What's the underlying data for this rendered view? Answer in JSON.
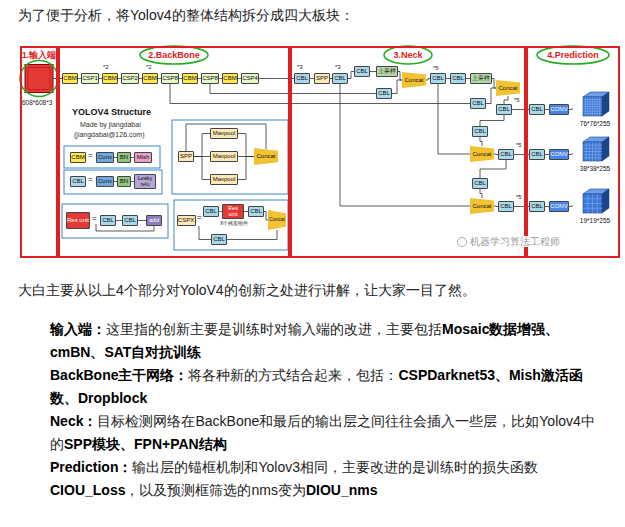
{
  "diagram": {
    "title": "为了便于分析，将Yolov4的整体结构拆分成四大板块：",
    "nodes": [
      {
        "text": [
          "1.输入端"
        ]
      },
      {
        "text": [
          "2.BackBone"
        ]
      },
      {
        "text": [
          "3.Neck"
        ]
      },
      {
        "text": [
          "4.Prediction"
        ]
      },
      {
        "text": [
          "CBM"
        ],
        "in": 1
      },
      {
        "text": [
          "CSP1"
        ],
        "in": 1
      },
      {
        "text": [
          "CBM"
        ],
        "in": 1
      },
      {
        "text": [
          "CSP2"
        ],
        "in": 1
      },
      {
        "text": [
          "CBM"
        ],
        "in": 1
      },
      {
        "text": [
          "CSP8"
        ],
        "in": 1
      },
      {
        "text": [
          "CBM"
        ],
        "in": 1
      },
      {
        "text": [
          "CSP8"
        ],
        "in": 1
      },
      {
        "text": [
          "CBM"
        ],
        "in": 1
      },
      {
        "text": [
          "CSP4"
        ],
        "in": 1
      },
      {
        "text": [
          "CBL"
        ],
        "in": 2
      },
      {
        "text": [
          "SPP"
        ],
        "in": 2
      },
      {
        "text": [
          "CBL"
        ],
        "in": 2
      },
      {
        "text": [
          "CBL"
        ],
        "in": 2
      },
      {
        "text": [
          "上采样"
        ],
        "in": 2
      },
      {
        "text": [
          "CBL"
        ],
        "in": 2
      },
      {
        "text": [
          "Concat"
        ],
        "in": 2
      },
      {
        "text": [
          "CBL"
        ],
        "in": 2
      },
      {
        "text": [
          "CBL"
        ],
        "in": 2
      },
      {
        "text": [
          "上采样"
        ],
        "in": 2
      },
      {
        "text": [
          "CBL"
        ],
        "in": 2
      },
      {
        "text": [
          "Concat"
        ],
        "in": 2
      },
      {
        "text": [
          "CBL"
        ],
        "in": 2
      },
      {
        "text": [
          "CBL"
        ],
        "in": 3
      },
      {
        "text": [
          "CONV"
        ],
        "in": 3
      },
      {
        "text": [
          "76*76*255"
        ],
        "in": 3
      },
      {
        "text": [
          "CBL"
        ],
        "in": 2
      },
      {
        "text": [
          "Concat"
        ],
        "in": 2
      },
      {
        "text": [
          "CBL"
        ],
        "in": 2
      },
      {
        "text": [
          "CBL"
        ],
        "in": 3
      },
      {
        "text": [
          "CONV"
        ],
        "in": 3
      },
      {
        "text": [
          "38*38*255"
        ],
        "in": 3
      },
      {
        "text": [
          "CBL"
        ],
        "in": 2
      },
      {
        "text": [
          "Concat"
        ],
        "in": 2
      },
      {
        "text": [
          "CBL"
        ],
        "in": 2
      },
      {
        "text": [
          "CBL"
        ],
        "in": 3
      },
      {
        "text": [
          "CONV"
        ],
        "in": 3
      },
      {
        "text": [
          "19*19*255"
        ],
        "in": 3
      },
      {
        "text": [
          "CBM"
        ],
        "in": 1
      },
      {
        "text": [
          "Conv"
        ],
        "in": 1
      },
      {
        "text": [
          "BN"
        ],
        "in": 1
      },
      {
        "text": [
          "Mish"
        ],
        "in": 1
      },
      {
        "text": [
          "CBL"
        ],
        "in": 1
      },
      {
        "text": [
          "Conv"
        ],
        "in": 1
      },
      {
        "text": [
          "BN"
        ],
        "in": 1
      },
      {
        "text": [
          "Leaky relu"
        ],
        "in": 1
      },
      {
        "text": [
          "SPP"
        ],
        "in": 1
      },
      {
        "text": [
          "Maxpool"
        ],
        "in": 1
      },
      {
        "text": [
          "Maxpool"
        ],
        "in": 1
      },
      {
        "text": [
          "Maxpool"
        ],
        "in": 1
      },
      {
        "text": [
          "Concat"
        ],
        "in": 1
      },
      {
        "text": [
          "Res unit"
        ],
        "in": 1
      },
      {
        "text": [
          "CBL"
        ],
        "in": 1
      },
      {
        "text": [
          "CBL"
        ],
        "in": 1
      },
      {
        "text": [
          "add"
        ],
        "in": 1
      },
      {
        "text": [
          "CSPX"
        ],
        "in": 1
      },
      {
        "text": [
          "CBL"
        ],
        "in": 1
      },
      {
        "text": [
          "Res unit"
        ],
        "in": 1
      },
      {
        "text": [
          "CBL"
        ],
        "in": 1
      },
      {
        "text": [
          "CBL"
        ],
        "in": 1
      },
      {
        "text": [
          "Concat"
        ],
        "in": 1
      }
    ],
    "edges": [
      {
        "from": 4,
        "to": 5,
        "arrow": "none"
      },
      {
        "from": 5,
        "to": 6,
        "arrow": "none"
      },
      {
        "from": 6,
        "to": 7,
        "arrow": "none"
      },
      {
        "from": 7,
        "to": 8,
        "arrow": "none"
      },
      {
        "from": 8,
        "to": 9,
        "arrow": "none"
      },
      {
        "from": 9,
        "to": 10,
        "arrow": "none"
      },
      {
        "from": 10,
        "to": 11,
        "arrow": "none"
      },
      {
        "from": 11,
        "to": 12,
        "arrow": "none"
      },
      {
        "from": 12,
        "to": 13,
        "arrow": "none"
      },
      {
        "from": 13,
        "to": 14,
        "arrow": "none"
      },
      {
        "from": 14,
        "to": 15,
        "arrow": "none"
      },
      {
        "from": 15,
        "to": 16,
        "arrow": "none"
      },
      {
        "from": 16,
        "to": 17,
        "arrow": "none"
      },
      {
        "from": 17,
        "to": 18,
        "arrow": "none"
      },
      {
        "from": 18,
        "to": 20,
        "arrow": "none"
      },
      {
        "from": 11,
        "to": 19,
        "arrow": "none"
      },
      {
        "from": 19,
        "to": 20,
        "arrow": "none"
      },
      {
        "from": 20,
        "to": 21,
        "arrow": "none"
      },
      {
        "from": 21,
        "to": 22,
        "arrow": "none"
      },
      {
        "from": 22,
        "to": 23,
        "arrow": "none"
      },
      {
        "from": 23,
        "to": 25,
        "arrow": "none"
      },
      {
        "from": 9,
        "to": 24,
        "arrow": "none"
      },
      {
        "from": 24,
        "to": 25,
        "arrow": "none"
      },
      {
        "from": 25,
        "to": 26,
        "arrow": "none"
      },
      {
        "from": 26,
        "to": 27,
        "arrow": "none"
      },
      {
        "from": 27,
        "to": 28,
        "arrow": "none"
      },
      {
        "from": 28,
        "to": 29,
        "arrow": "none"
      },
      {
        "from": 26,
        "to": 30,
        "arrow": "none"
      },
      {
        "from": 30,
        "to": 31,
        "arrow": "none"
      },
      {
        "from": 21,
        "to": 31,
        "arrow": "none"
      },
      {
        "from": 31,
        "to": 32,
        "arrow": "none"
      },
      {
        "from": 32,
        "to": 33,
        "arrow": "none"
      },
      {
        "from": 33,
        "to": 34,
        "arrow": "none"
      },
      {
        "from": 34,
        "to": 35,
        "arrow": "none"
      },
      {
        "from": 32,
        "to": 36,
        "arrow": "none"
      },
      {
        "from": 36,
        "to": 37,
        "arrow": "none"
      },
      {
        "from": 16,
        "to": 37,
        "arrow": "none"
      },
      {
        "from": 37,
        "to": 38,
        "arrow": "none"
      },
      {
        "from": 38,
        "to": 39,
        "arrow": "none"
      },
      {
        "from": 39,
        "to": 40,
        "arrow": "none"
      },
      {
        "from": 40,
        "to": 41,
        "arrow": "none"
      },
      {
        "from": 50,
        "to": 51,
        "arrow": "none"
      },
      {
        "from": 50,
        "to": 52,
        "arrow": "none"
      },
      {
        "from": 50,
        "to": 53,
        "arrow": "none"
      },
      {
        "from": 51,
        "to": 54,
        "arrow": "none"
      },
      {
        "from": 52,
        "to": 54,
        "arrow": "none"
      },
      {
        "from": 53,
        "to": 54,
        "arrow": "none"
      },
      {
        "from": 56,
        "to": 57,
        "arrow": "none"
      },
      {
        "from": 57,
        "to": 58,
        "arrow": "none"
      },
      {
        "from": 60,
        "to": 61,
        "arrow": "none"
      },
      {
        "from": 61,
        "to": 62,
        "arrow": "none"
      },
      {
        "from": 62,
        "to": 64,
        "arrow": "none"
      },
      {
        "from": 63,
        "to": 64,
        "arrow": "none"
      },
      {
        "from": 43,
        "to": 44,
        "arrow": "none"
      },
      {
        "from": 44,
        "to": 45,
        "arrow": "none"
      },
      {
        "from": 47,
        "to": 48,
        "arrow": "none"
      },
      {
        "from": 48,
        "to": 49,
        "arrow": "none"
      }
    ],
    "labels": [
      "608*608*3",
      "*2",
      "*2",
      "*3",
      "*3",
      "*5",
      "*5",
      "*5",
      "*5",
      "YOLOV4 Structure",
      "Made by jiangdabai",
      "(jiangdabai@126.com)",
      "=",
      "=",
      "=",
      "=",
      "X个残差组件",
      "机器学习算法工程师",
      "大白主要从以上4个部分对YoloV4的创新之处进行讲解，让大家一目了然。",
      "输入端：",
      "这里指的创新主要是训练时对输入端的改进，主要包括",
      "Mosaic数据增强、cmBN、SAT自对抗训练",
      "BackBone主干网络：",
      "将各种新的方式结合起来，包括：",
      "CSPDarknet53、Mish激活函数、Dropblock",
      "Neck：",
      "目标检测网络在BackBone和最后的输出层之间往往会插入一些层，比如Yolov4中的",
      "SPP模块、FPN+PAN结构",
      "Prediction：",
      "输出层的锚框机制和Yolov3相同，主要改进的是训练时的损失函数",
      "CIOU_Loss",
      "，以及预测框筛选的nms变为",
      "DIOU_nms"
    ]
  }
}
